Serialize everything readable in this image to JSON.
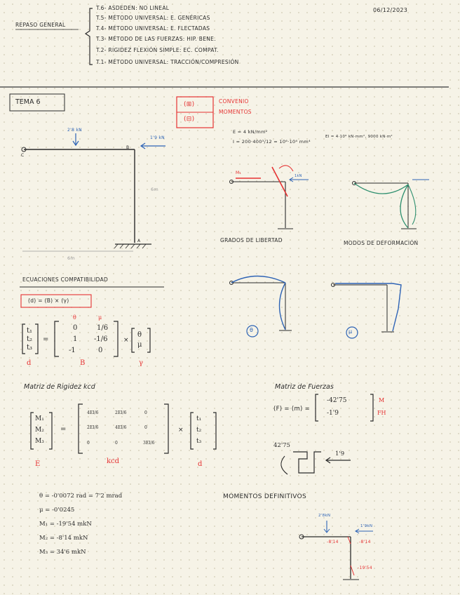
{
  "header": {
    "date": "06/12/2023",
    "general_title": "REPASO GENERAL",
    "topics": [
      "T.6- ASDEDEN: NO LINEAL",
      "T.5- MÉTODO UNIVERSAL: E. GENÉRICAS",
      "T.4- MÉTODO UNIVERSAL: E. FLECTADAS",
      "T.3- MÉTODO DE LAS FUERZAS: HIP. BENE.",
      "T.2- RIGIDEZ FLEXIÓN SIMPLE: EC. COMPAT.",
      "T.1- MÉTODO UNIVERSAL: TRACCIÓN/COMPRESIÓN"
    ]
  },
  "section_title": "TEMA 6",
  "convention": {
    "box_top": "(⊞)",
    "box_bottom": "(⊟)",
    "label1": "CONVENIO",
    "label2": "MOMENTOS"
  },
  "frame_labels": {
    "top_load": "2'8 kN",
    "side_load": "1'9 kN",
    "height": "6m",
    "width": "6m",
    "node_c": "C",
    "node_b": "B",
    "node_a": "A"
  },
  "props": {
    "e_line": "E = 4 kN/mm²",
    "i_line": "I = 200·400³/12 = 10⁶·10⁴ mm⁴",
    "ei_line": "EI = 4·10⁶ kN·mm², 9000 kN·m²"
  },
  "captions": {
    "dof": "GRADOS DE LIBERTAD",
    "deform": "MODOS DE DEFORMACIÓN",
    "theta_label": "θ",
    "mu_label": "μ",
    "dof_m": "M₁",
    "dof_h": "1kN"
  },
  "compat": {
    "title": "ECUACIONES COMPATIBILIDAD",
    "formula": "(d) = (B) × (γ)",
    "col_heads": [
      "θ",
      "μ"
    ],
    "lhs": [
      "t₁",
      "t₂",
      "t₃"
    ],
    "matrix": [
      [
        "0",
        "1/6"
      ],
      [
        "1",
        "-1/6"
      ],
      [
        "-1",
        "0"
      ]
    ],
    "rhs": [
      "θ",
      "μ"
    ],
    "labels": [
      "d",
      "B",
      "γ"
    ]
  },
  "stiffness": {
    "title": "Matriz de Rigidez kcd",
    "lhs": [
      "M₁",
      "M₂",
      "M₃"
    ],
    "matrix": [
      [
        "4EI/6",
        "2EI/6",
        "0"
      ],
      [
        "2EI/6",
        "4EI/6",
        "0"
      ],
      [
        "0",
        "0",
        "3EI/6"
      ]
    ],
    "rhs": [
      "t₁",
      "t₂",
      "t₃"
    ],
    "labels": [
      "E",
      "kcd",
      "d"
    ]
  },
  "forces": {
    "title": "Matriz de Fuerzas",
    "eq": "(F) = (m) =",
    "values": [
      "-42'75",
      "-1'9"
    ],
    "tags": [
      "M",
      "FH"
    ],
    "sketch_left": "42'75",
    "sketch_right": "1'9"
  },
  "results": [
    "θ = -0'0072 rad = 7'2 mrad",
    "μ = -0'0245",
    "M₁ = -19'54 mkN",
    "M₂ = -8'14 mkN",
    "M₃ = 34'6 mkN"
  ],
  "final": {
    "title": "MOMENTOS DEFINITIVOS",
    "top_load": "2'8kN",
    "side_load": "1'9kN",
    "m_left": "-8'14",
    "m_right": "-8'14",
    "m_base": "-19'54"
  },
  "colors": {
    "ink": "#2b2b2b",
    "red": "#e53232",
    "blue": "#2d63b5",
    "teal": "#2d8f6e"
  }
}
